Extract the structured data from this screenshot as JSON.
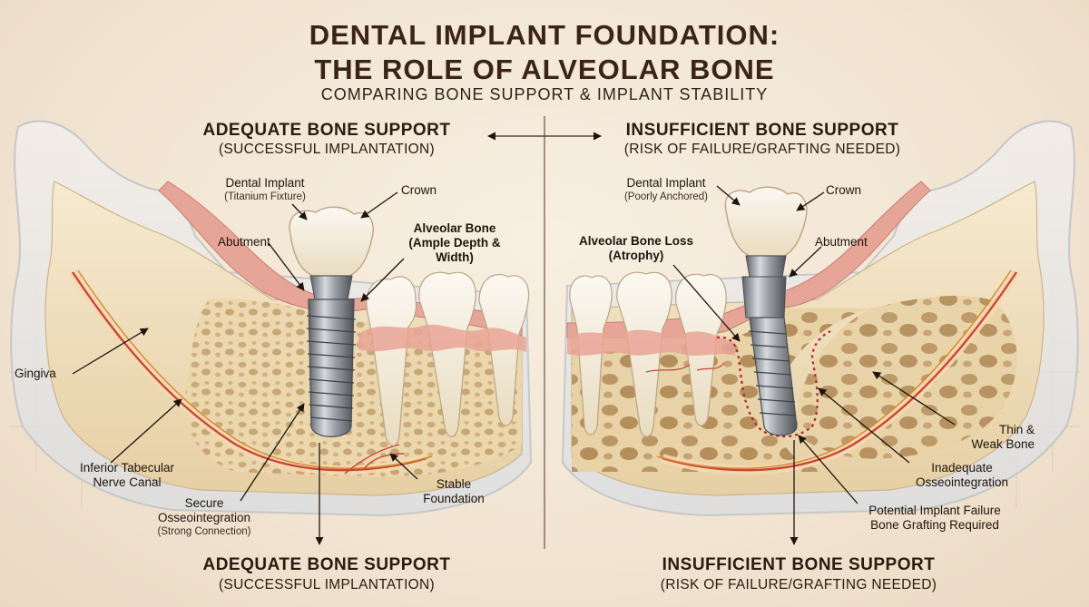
{
  "header": {
    "title_line1": "DENTAL IMPLANT FOUNDATION:",
    "title_line2": "THE ROLE OF ALVEOLAR BONE",
    "subtitle": "COMPARING BONE SUPPORT & IMPLANT STABILITY"
  },
  "left": {
    "heading": "ADEQUATE BONE SUPPORT",
    "subheading": "(SUCCESSFUL IMPLANTATION)",
    "labels": {
      "dental_implant": "Dental Implant",
      "dental_implant_sub": "(Titanium Fixture)",
      "crown": "Crown",
      "abutment": "Abutment",
      "alveolar_bone_l1": "Alveolar Bone",
      "alveolar_bone_l2": "(Ample Depth &",
      "alveolar_bone_l3": "Width)",
      "gingiva": "Gingiva",
      "nerve_l1": "Inferior Tabecular",
      "nerve_l2": "Nerve Canal",
      "osseo_l1": "Secure",
      "osseo_l2": "Osseointegration",
      "osseo_sub": "(Strong Connection)",
      "stable_l1": "Stable",
      "stable_l2": "Foundation"
    },
    "footer_heading": "ADEQUATE BONE SUPPORT",
    "footer_subheading": "(SUCCESSFUL IMPLANTATION)"
  },
  "right": {
    "heading": "INSUFFICIENT BONE SUPPORT",
    "subheading": "(RISK OF FAILURE/GRAFTING NEEDED)",
    "labels": {
      "dental_implant": "Dental Implant",
      "dental_implant_sub": "(Poorly Anchored)",
      "crown": "Crown",
      "bone_loss_l1": "Alveolar Bone Loss",
      "bone_loss_l2": "(Atrophy)",
      "abutment": "Abutment",
      "thin_l1": "Thin &",
      "thin_l2": "Weak Bone",
      "inadequate_l1": "Inadequate",
      "inadequate_l2": "Osseointegration",
      "failure_l1": "Potential Implant Failure",
      "failure_l2": "Bone Grafting Required"
    },
    "footer_heading": "INSUFFICIENT BONE SUPPORT",
    "footer_subheading": "(RISK OF FAILURE/GRAFTING NEEDED)"
  },
  "colors": {
    "bone": "#efdcb8",
    "gum": "#e9a79a",
    "nerve": "#c9453a",
    "implant": "#8d9196",
    "ink": "#2b1d12",
    "failure_outline": "#b3262b"
  }
}
